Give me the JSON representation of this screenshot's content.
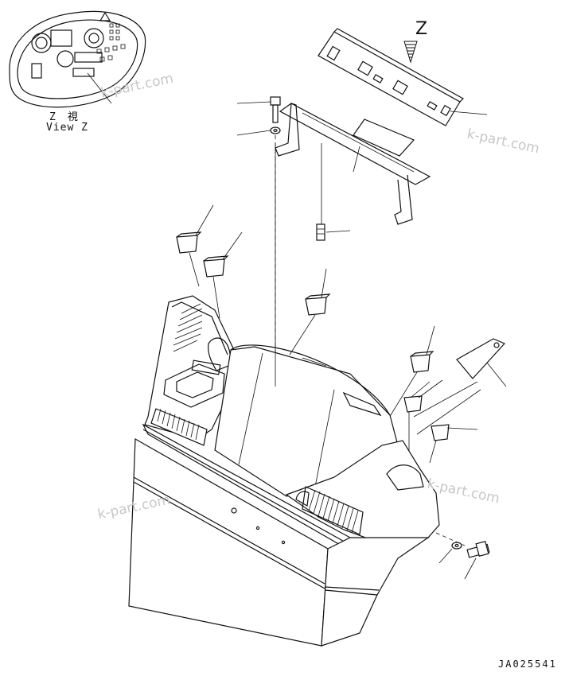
{
  "view_label": {
    "z_kanji": "Z　視",
    "view_z": "View Z"
  },
  "arrow_label": "Z",
  "drawing_number": "JA025541",
  "watermarks": [
    "k-part.com",
    "k-part.com",
    "k-part.com",
    "k-part.com"
  ]
}
